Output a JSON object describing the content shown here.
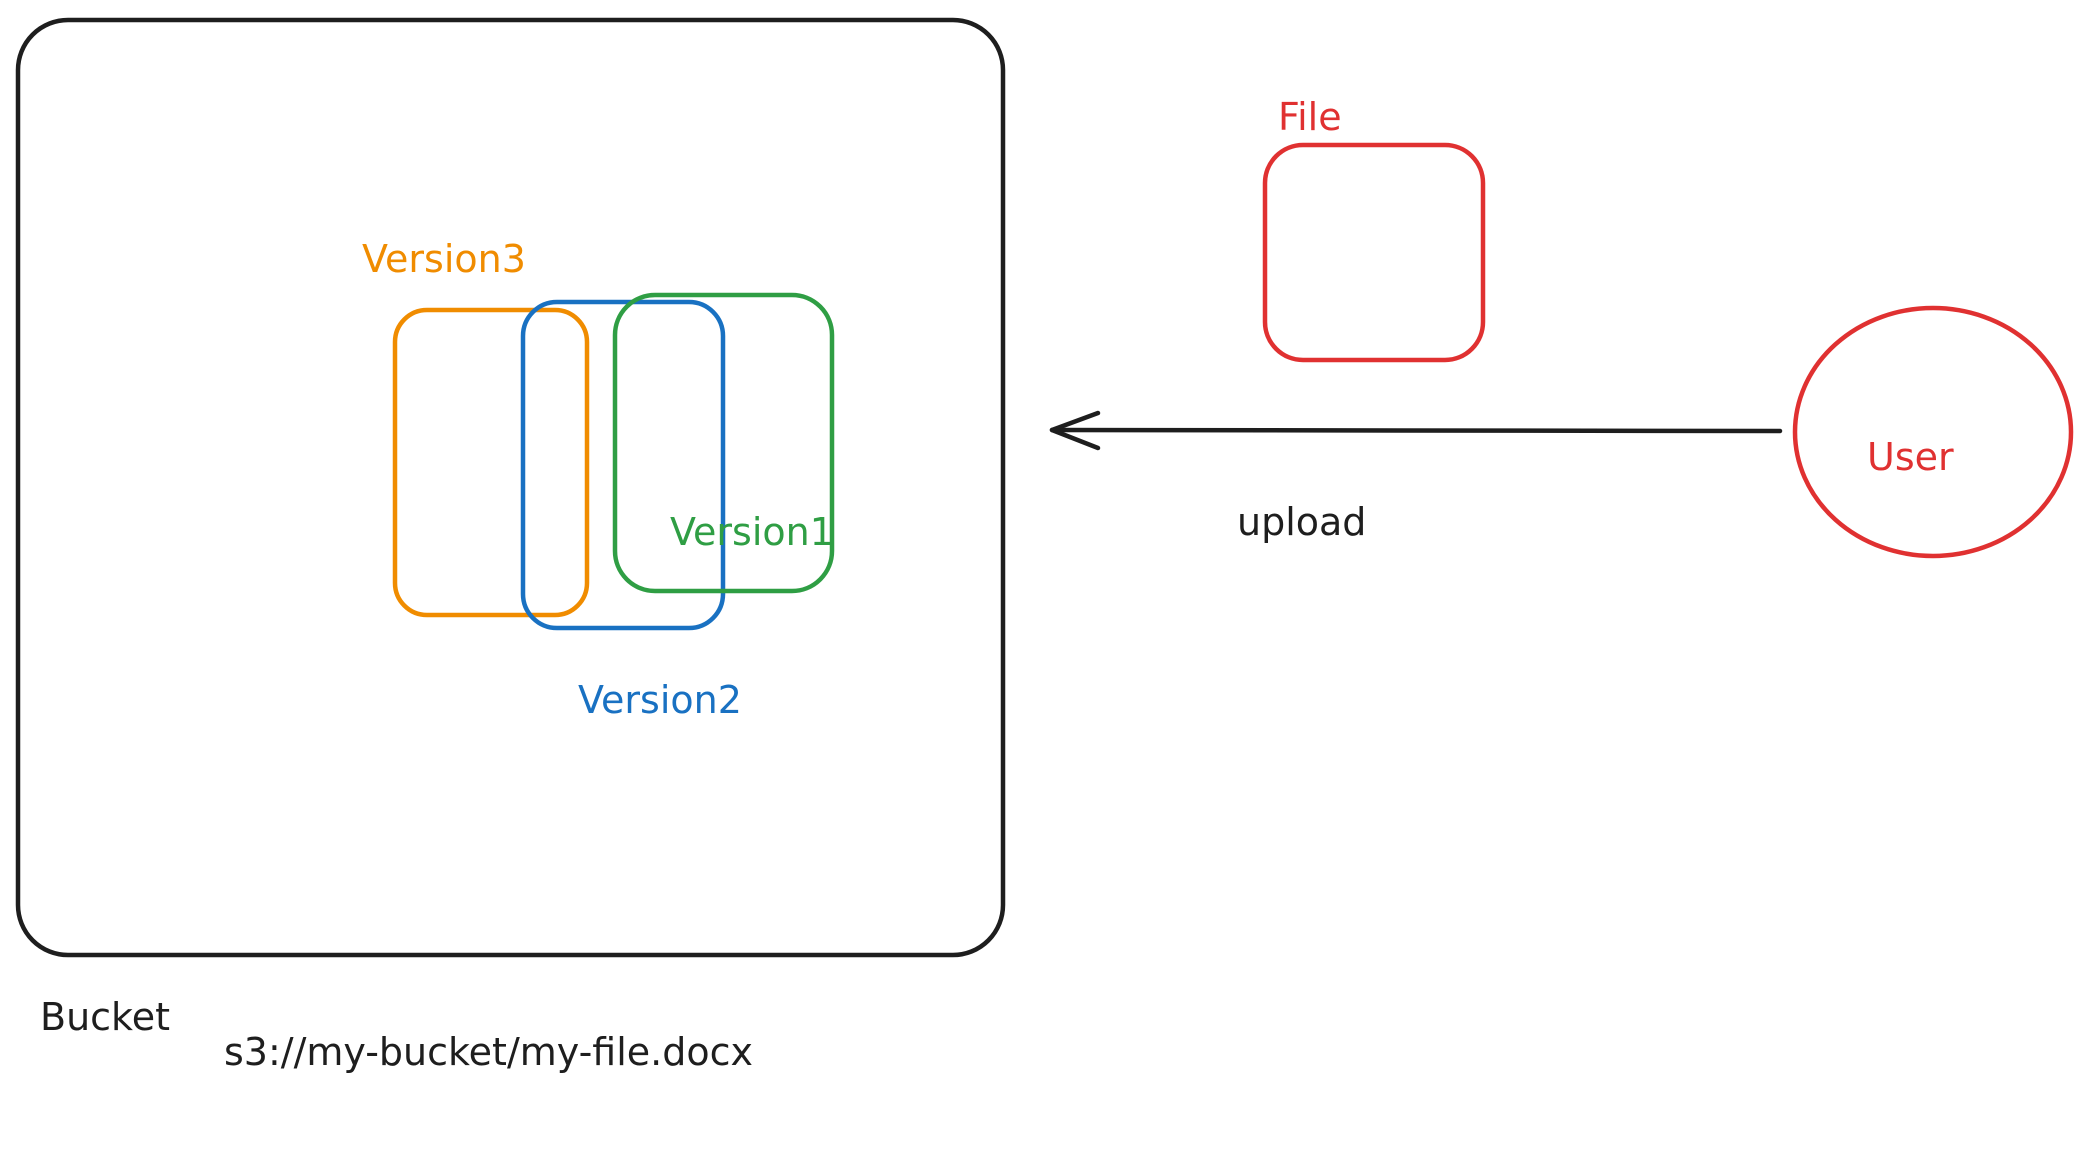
{
  "colors": {
    "black": "#1e1e1e",
    "orange": "#f08c00",
    "blue": "#1971c2",
    "green": "#2f9e44",
    "red": "#e03131"
  },
  "labels": {
    "version3": "Version3",
    "version1": "Version1",
    "version2": "Version2",
    "file": "File",
    "user": "User",
    "upload": "upload",
    "bucket": "Bucket",
    "path": "s3://my-bucket/my-file.docx"
  }
}
